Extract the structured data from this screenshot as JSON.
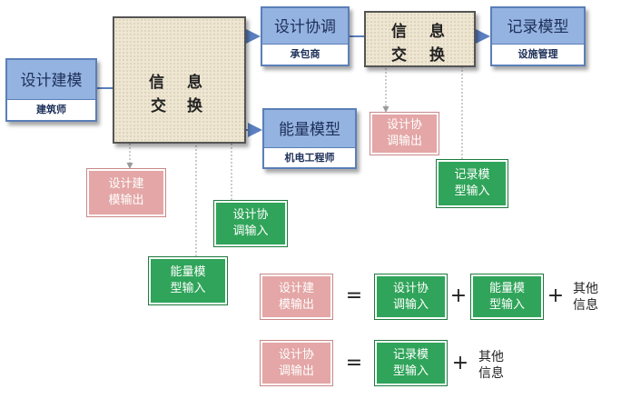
{
  "nodes": {
    "design_model": {
      "label": "设计建模",
      "role": "建筑师"
    },
    "design_coord": {
      "label": "设计协调",
      "role": "承包商"
    },
    "energy_model": {
      "label": "能量模型",
      "role": "机电工程师"
    },
    "record_model": {
      "label": "记录模型",
      "role": "设施管理"
    }
  },
  "exchange1": {
    "c1": "信",
    "c2": "息",
    "c3": "交",
    "c4": "换"
  },
  "exchange2": {
    "c1": "信",
    "c2": "息",
    "c3": "交",
    "c4": "换"
  },
  "outputs": {
    "design_model_output": {
      "l1": "设计建",
      "l2": "模输出"
    },
    "design_coord_output": {
      "l1": "设计协",
      "l2": "调输出"
    }
  },
  "inputs": {
    "design_coord_input": {
      "l1": "设计协",
      "l2": "调输入"
    },
    "energy_model_input": {
      "l1": "能量模",
      "l2": "型输入"
    },
    "record_model_input": {
      "l1": "记录模",
      "l2": "型输入"
    }
  },
  "equations": [
    {
      "lhs": {
        "l1": "设计建",
        "l2": "模输出"
      },
      "eq": "=",
      "t1": {
        "l1": "设计协",
        "l2": "调输入"
      },
      "plus1": "+",
      "t2": {
        "l1": "能量模",
        "l2": "型输入"
      },
      "plus2": "+",
      "other": {
        "l1": "其他",
        "l2": "信息"
      }
    },
    {
      "lhs": {
        "l1": "设计协",
        "l2": "调输出"
      },
      "eq": "=",
      "t1": {
        "l1": "记录模",
        "l2": "型输入"
      },
      "plus1": "+",
      "other": {
        "l1": "其他",
        "l2": "信息"
      }
    }
  ],
  "colors": {
    "blue_fill": "#95b3e0",
    "flow_line": "#5b7fc0",
    "output_pink": "#e4a6a6",
    "input_green": "#30a45a",
    "exchange_fill": "#efe6d1"
  }
}
